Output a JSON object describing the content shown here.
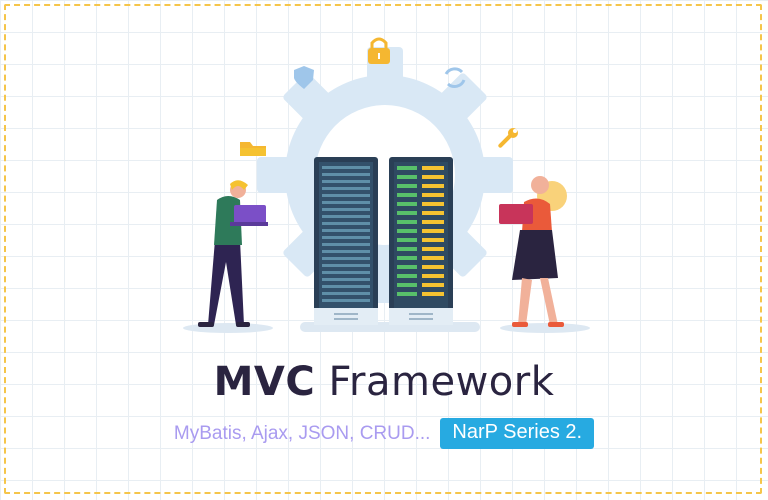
{
  "title": {
    "bold": "MVC",
    "rest": "Framework"
  },
  "subtitle": "MyBatis, Ajax, JSON, CRUD...",
  "badge": "NarP Series 2.",
  "colors": {
    "border": "#f5c54a",
    "gear": "#d9e8f5",
    "title": "#2a2440",
    "subtitle": "#a99bf0",
    "badge_bg": "#27aae1",
    "lock": "#f5b731",
    "shield": "#9fc6ea",
    "folder": "#f5b731",
    "wrench": "#f5b731"
  },
  "icons": [
    "lock-icon",
    "shield-icon",
    "sync-icon",
    "folder-icon",
    "wrench-icon"
  ]
}
